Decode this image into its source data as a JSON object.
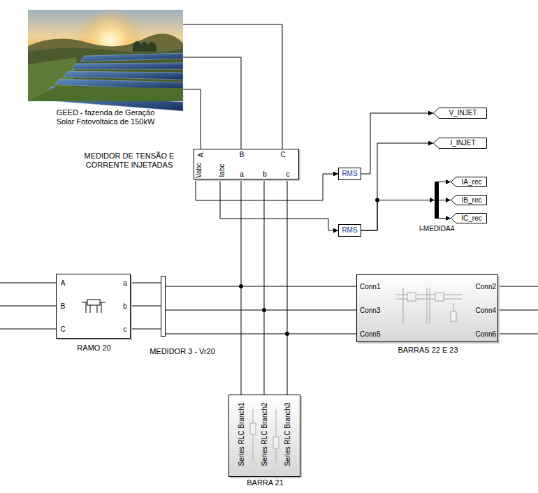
{
  "diagram": {
    "nodes": [
      {
        "text": [
          "GEED - fazenda de Geração Solar Fotovoltaica de 150kW"
        ]
      },
      {
        "text": [
          "MEDIDOR DE TENSÃO E CORRENTE INJETADAS",
          "Vabc",
          "Iabc",
          "A",
          "B",
          "C",
          "a",
          "b",
          "c"
        ]
      },
      {
        "text": [
          "RMS"
        ]
      },
      {
        "text": [
          "RMS"
        ]
      },
      {
        "text": [
          "V_INJET"
        ]
      },
      {
        "text": [
          "I_INJET"
        ]
      },
      {
        "text": [
          "I-MEDIDA4"
        ]
      },
      {
        "text": [
          "IA_rec"
        ]
      },
      {
        "text": [
          "IB_rec"
        ]
      },
      {
        "text": [
          "IC_rec"
        ]
      },
      {
        "text": [
          "A",
          "B",
          "C",
          "a",
          "b",
          "c",
          "RAMO 20"
        ]
      },
      {
        "text": [
          "MEDIDOR 3 - Vr20"
        ]
      },
      {
        "text": [
          "Conn1",
          "Conn3",
          "Conn5",
          "Conn2",
          "Conn4",
          "Conn6",
          "BARRAS 22 E 23"
        ]
      },
      {
        "text": [
          "Series RLC Branch1",
          "Series RLC Branch2",
          "Series RLC Branch3",
          "BARRA 21"
        ]
      }
    ],
    "edges": [
      {
        "from": 0,
        "to": 1,
        "arrow": "none"
      },
      {
        "from": 0,
        "to": 1,
        "arrow": "none"
      },
      {
        "from": 0,
        "to": 1,
        "arrow": "none"
      },
      {
        "from": 1,
        "to": 2,
        "arrow": "to"
      },
      {
        "from": 1,
        "to": 3,
        "arrow": "to"
      },
      {
        "from": 2,
        "to": 4,
        "arrow": "to"
      },
      {
        "from": 3,
        "to": 5,
        "arrow": "to"
      },
      {
        "from": 3,
        "to": 6,
        "arrow": "to"
      },
      {
        "from": 6,
        "to": 7,
        "arrow": "to"
      },
      {
        "from": 6,
        "to": 8,
        "arrow": "to"
      },
      {
        "from": 6,
        "to": 9,
        "arrow": "to"
      },
      {
        "from": 10,
        "to": 11,
        "arrow": "none"
      },
      {
        "from": 10,
        "to": 11,
        "arrow": "none"
      },
      {
        "from": 10,
        "to": 11,
        "arrow": "none"
      },
      {
        "from": 11,
        "to": 12,
        "arrow": "none"
      },
      {
        "from": 11,
        "to": 12,
        "arrow": "none"
      },
      {
        "from": 11,
        "to": 12,
        "arrow": "none"
      },
      {
        "from": 1,
        "to": 13,
        "arrow": "none"
      },
      {
        "from": 1,
        "to": 13,
        "arrow": "none"
      },
      {
        "from": 1,
        "to": 13,
        "arrow": "none"
      }
    ]
  }
}
